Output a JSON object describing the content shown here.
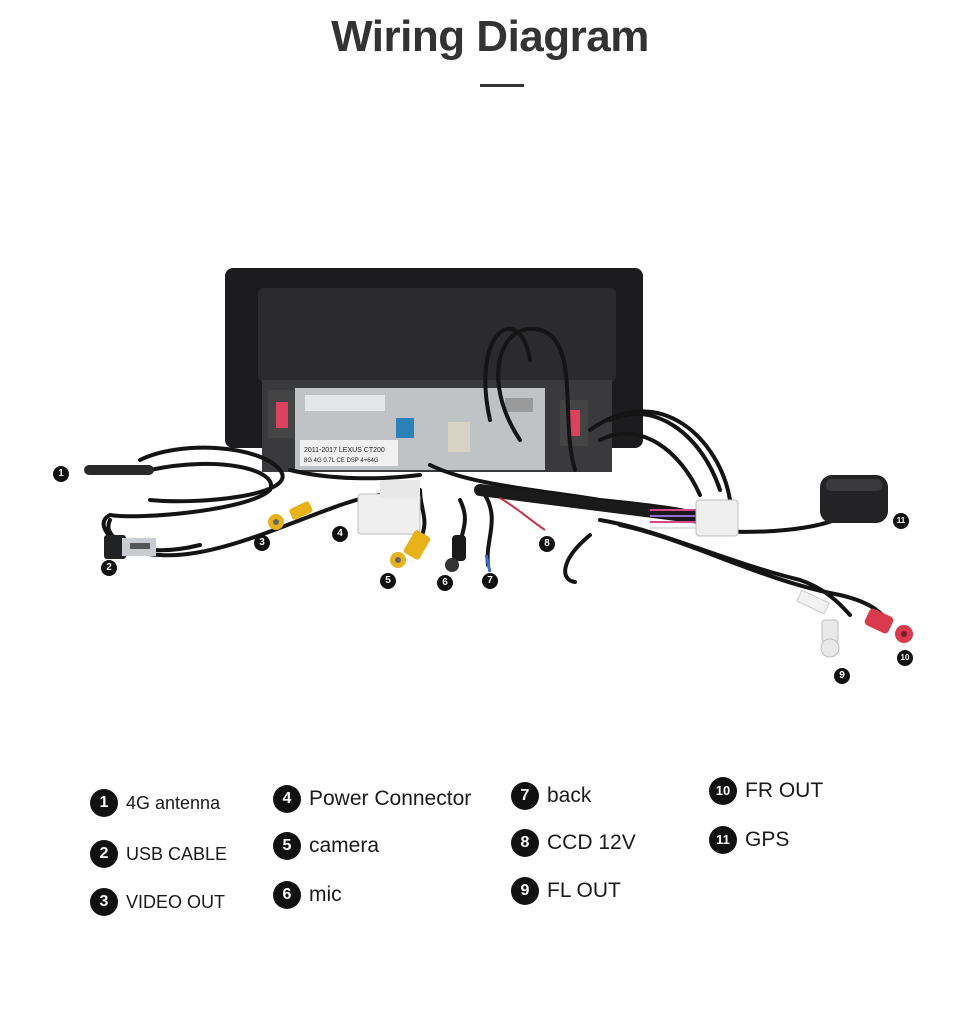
{
  "header": {
    "title": "Wiring Diagram"
  },
  "label_text": {
    "line1": "2011-2017 LEXUS CT200",
    "line2": "8G 4G 0.7L CE DSP 4+64G"
  },
  "callouts": [
    {
      "num": "1"
    },
    {
      "num": "2"
    },
    {
      "num": "3"
    },
    {
      "num": "4"
    },
    {
      "num": "5"
    },
    {
      "num": "6"
    },
    {
      "num": "7"
    },
    {
      "num": "8"
    },
    {
      "num": "9"
    },
    {
      "num": "10"
    },
    {
      "num": "11"
    }
  ],
  "legend": [
    {
      "num": "1",
      "label": "4G antenna"
    },
    {
      "num": "2",
      "label": "USB CABLE"
    },
    {
      "num": "3",
      "label": "VIDEO OUT"
    },
    {
      "num": "4",
      "label": "Power Connector"
    },
    {
      "num": "5",
      "label": "camera"
    },
    {
      "num": "6",
      "label": "mic"
    },
    {
      "num": "7",
      "label": "back"
    },
    {
      "num": "8",
      "label": "CCD 12V"
    },
    {
      "num": "9",
      "label": "FL OUT"
    },
    {
      "num": "10",
      "label": "FR OUT"
    },
    {
      "num": "11",
      "label": "GPS"
    }
  ],
  "colors": {
    "title": "#333333",
    "unit_body": "#1c1c1e",
    "wire": "#141414",
    "rca_yellow": "#e8b21a",
    "rca_white": "#e9e9e9",
    "rca_red": "#d93a4c"
  },
  "icons": [
    "callout-number-icon",
    "rca-connector-icon",
    "usb-plug-icon",
    "gps-puck-icon"
  ]
}
